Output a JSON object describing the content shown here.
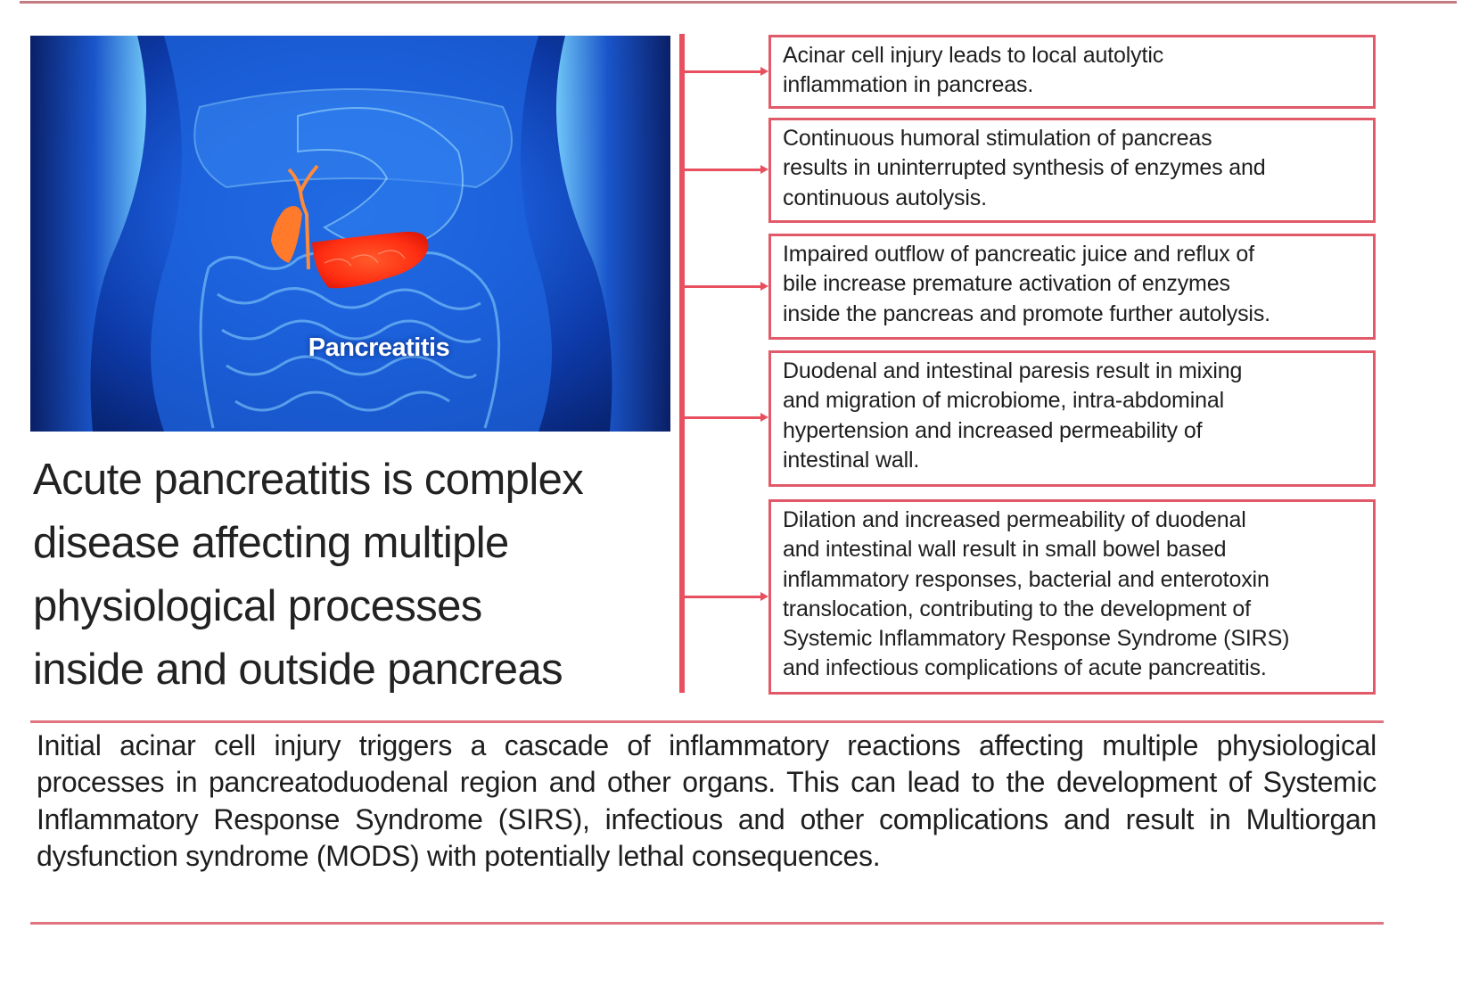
{
  "colors": {
    "accent_red": "#e8505f",
    "box_border": "#e05a6a",
    "rule": "#e07580",
    "text": "#1e1e1e",
    "image_blue": "#1a5cd8",
    "organ_red": "#ff3b1f",
    "gallbladder_orange": "#ff7a2a"
  },
  "hero_image": {
    "icon": "anatomy-illustration-icon",
    "label": "Pancreatitis"
  },
  "heading": {
    "lines": [
      "Acute pancreatitis is complex",
      "disease affecting multiple",
      "physiological processes",
      "inside and outside pancreas"
    ]
  },
  "boxes": [
    {
      "lines": [
        "Acinar cell injury leads to local autolytic",
        "inflammation in pancreas."
      ]
    },
    {
      "lines": [
        "Continuous humoral stimulation of pancreas",
        "results in uninterrupted synthesis of enzymes and",
        "continuous autolysis."
      ]
    },
    {
      "lines": [
        "Impaired outflow of pancreatic juice and reflux of",
        "bile increase premature activation of enzymes",
        "inside the pancreas and promote further autolysis."
      ]
    },
    {
      "lines": [
        "Duodenal and intestinal paresis result in mixing",
        "and migration of microbiome, intra-abdominal",
        "hypertension and increased permeability of",
        "intestinal wall."
      ]
    },
    {
      "lines": [
        "Dilation and increased permeability of duodenal",
        "and intestinal wall result in small bowel based",
        "inflammatory responses, bacterial and enterotoxin",
        "translocation, contributing to the development of",
        "Systemic Inflammatory Response Syndrome (SIRS)",
        "and infectious complications of acute pancreatitis."
      ]
    }
  ],
  "summary": {
    "text": "Initial acinar cell injury triggers a cascade of inflammatory reactions affecting multiple physiological processes in pancreatoduodenal region and other organs. This can lead to the development of Systemic Inflammatory Response Syndrome (SIRS), infectious and other complications and result in Multiorgan dysfunction syndrome (MODS) with potentially lethal consequences."
  }
}
